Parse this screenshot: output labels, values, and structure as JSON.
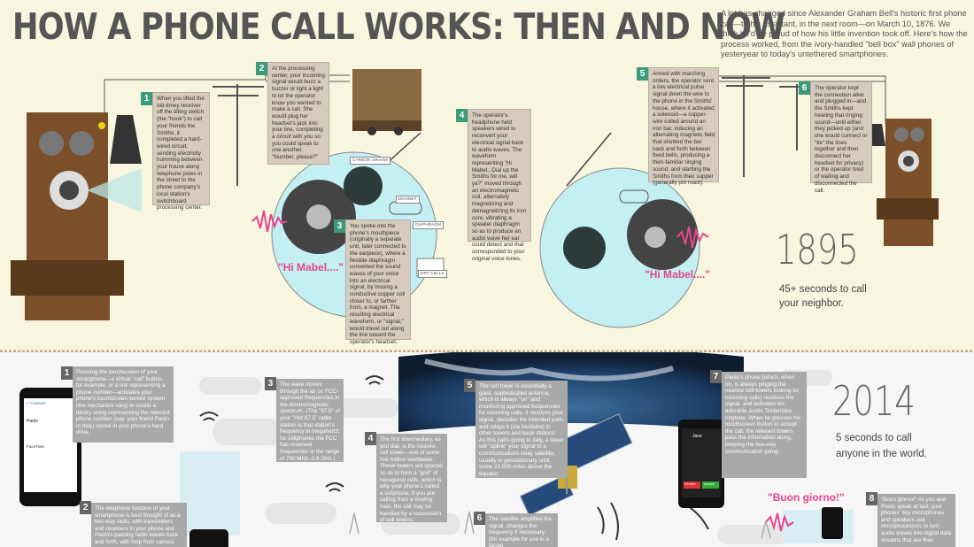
{
  "header": {
    "title": "HOW A PHONE CALL WORKS: THEN AND NOW",
    "intro": "A lot has changed since Alexander Graham Bell's historic first phone call—to his assistant, in the next room—on March 10, 1876. We think he'd be proud of how his little invention took off. Here's how the process worked, from the ivory-handled \"bell box\" wall phones of yesteryear to today's untethered smartphones."
  },
  "then": {
    "steps": [
      {
        "num": "1",
        "text": "When you lifted the old-timey receiver off the tilting switch (the \"hook\") to call your friends the Smiths, it completed a hard-wired circuit, sending electricity humming between your house along telephone poles in the street to the phone company's local station's switchboard processing center."
      },
      {
        "num": "2",
        "text": "At the processing center, your incoming signal would buzz a buzzer or light a light to let the operator know you wanted to make a call. She would plug her headset's jack into your line, completing a circuit with you so you could speak to one another. \"Number, please?\""
      },
      {
        "num": "3",
        "text": "You spoke into the phone's mouthpiece (originally a separate unit, later connected to the earpiece), where a flexible diaphragm converted the sound waves of your voice into an electrical signal, by moving a conductive copper coil closer to, or farther from, a magnet. The resulting electrical waveform, or \"signal,\" would travel out along the line toward the operator's headset."
      },
      {
        "num": "4",
        "text": "The operator's headphone held speakers wired to reconvert your electrical signal back to audio waves. The waveform representing \"Hi Mabel...Dial up the Smiths for me, will ya?\" moved through an electromagnetic coil, alternately magnetizing and demagnetizing its iron core, vibrating a speaker diaphragm so as to produce an audio wave her ear could detect and that corresponded to your original voice tones."
      },
      {
        "num": "5",
        "text": "Armed with marching orders, the operator sent a low electrical pulse signal down the wire to the phone in the Smiths' house, where it activated a solenoid—a copper-wire coiled around an iron bar, inducing an alternating magnetic field that shuttled the bar back and forth between fixed bells, producing a then-familiar ringing sound, and startling the Smiths from their supper (generally pot roast)."
      },
      {
        "num": "6",
        "text": "The operator kept the connection alive and plugged in—and the Smiths kept hearing that ringing sound—until either they picked up (and she would connect or \"tie\" the lines together and then disconnect her headset for privacy) or the operator tired of waiting and disconnected the call."
      }
    ],
    "labels": {
      "carbon": "CARBON GRAINS",
      "magnet": "MAGNET",
      "diaphragm": "DIAPHRAGM",
      "dry_cells": "DRY CELLS"
    },
    "quote_left": "\"Hi Mabel....\"",
    "quote_right": "\"Hi Mabel....\"",
    "year": "1895",
    "year_note_1": "45+ seconds to call",
    "year_note_2": "your neighbor."
  },
  "now": {
    "steps": [
      {
        "num": "1",
        "text": "Pressing the touchscreen of your smartphone—a virtual \"call\" button, for example, or a link representing a phone number—activates your phone's touchscreen sensor system (the mechanics vary) to create a binary string representing the relevant phone number (say, your friend Paolo in Italy) stored in your phone's hard drive."
      },
      {
        "num": "2",
        "text": "The telephone function of your smartphone is best thought of as a two-way radio, with transmitters and receivers in your phone and Paolo's passing radio waves back and forth, with help from various"
      },
      {
        "num": "3",
        "text": "The wave moves through the air on FCC-approved frequencies in the electromagnetic spectrum. (The \"97.5\" of your \"Hot 97.5\" radio station is that station's frequency in megahertz; for cellphones the FCC has reserved frequencies in the range of 700 MHz–2.6 GHz.)"
      },
      {
        "num": "4",
        "text": "The first intermediary, as you dial, is the nearest cell tower—one of some five million worldwide. These towers are spaced so as to form a \"grid\" of hexagonal cells, which is why your phone's called a cellphone. If you are calling from a moving train, the call may be handled by a succession of cell towers."
      },
      {
        "num": "5",
        "text": "The cell tower is essentially a giant, sophisticated antenna, which is always \"on\" and monitoring approved frequencies for incoming calls. It receives your signal, decodes the intended path, and relays it (via hardwire) to other towers and base stations. As this call's going to Italy, a tower will \"uplink\" your signal to a communications relay satellite, usually in geostationary orbit some 22,000 miles above the equator."
      },
      {
        "num": "6",
        "text": "The satellite amplifies the signal, changes the frequency if necessary (for example for use in a target"
      },
      {
        "num": "7",
        "text": "Paolo's phone (which, when on, is always pinging the nearest cell-towers looking for incoming calls) receives the signal, and activates his adorable Justin Timberlake ringtone. When he presses his touchscreen button to accept the call, the relevant towers pass the information along, keeping the two-way communication going."
      },
      {
        "num": "8",
        "text": "\"Buon giorno!\" As you and Paolo speak at last, your phones' tiny microphones and speakers use microprocessors to turn audio waves into digital data streams that are then"
      }
    ],
    "quote": "\"Buon giorno!\"",
    "year": "2014",
    "year_note_1": "5 seconds to call",
    "year_note_2": "anyone in the world."
  },
  "phone_screen": {
    "back": "< Contacts",
    "name": "Paolo",
    "field": "FaceTime",
    "caller": "Jane",
    "decline": "Decline",
    "accept": "Accept"
  },
  "colors": {
    "bg_top": "#f8f6df",
    "step_box": "#d6cbbd",
    "number_badge": "#3d9b7c",
    "circle": "#c4f0f4",
    "wave": "#e8448f",
    "wood": "#7a4f2a",
    "grey_box": "#a9a9a9"
  }
}
